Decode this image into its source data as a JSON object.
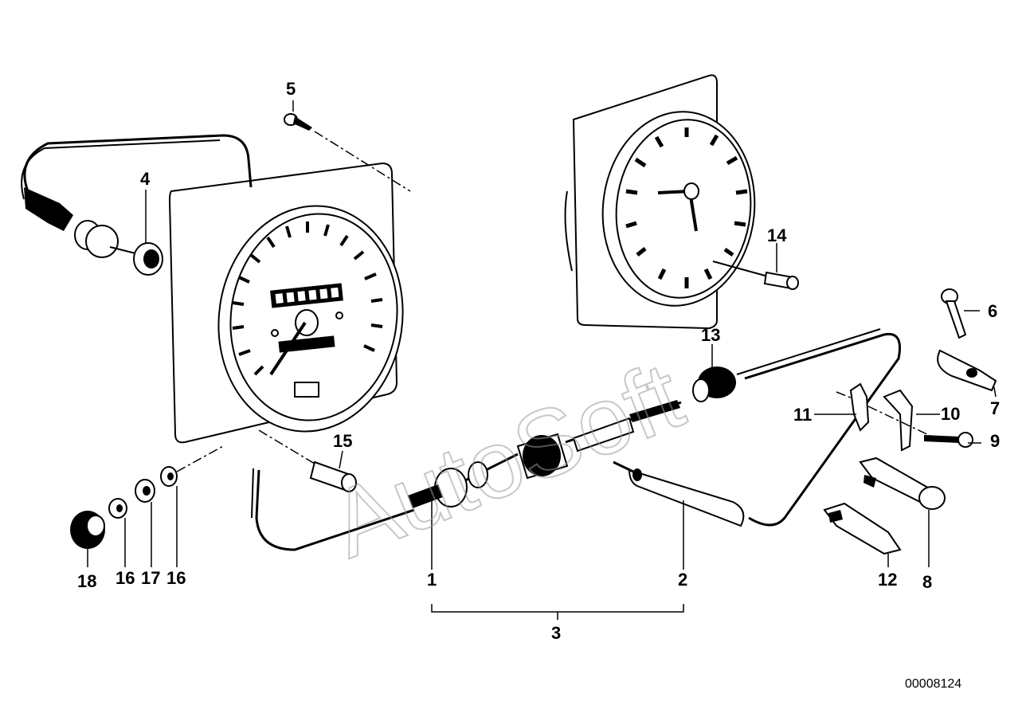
{
  "callouts": {
    "c1": "1",
    "c2": "2",
    "c3": "3",
    "c4": "4",
    "c5": "5",
    "c6": "6",
    "c7": "7",
    "c8": "8",
    "c9": "9",
    "c10": "10",
    "c11": "11",
    "c12": "12",
    "c13": "13",
    "c14": "14",
    "c15": "15",
    "c16a": "16",
    "c16b": "16",
    "c17": "17",
    "c18": "18"
  },
  "document_number": "00008124",
  "watermark": "AutoSoft"
}
